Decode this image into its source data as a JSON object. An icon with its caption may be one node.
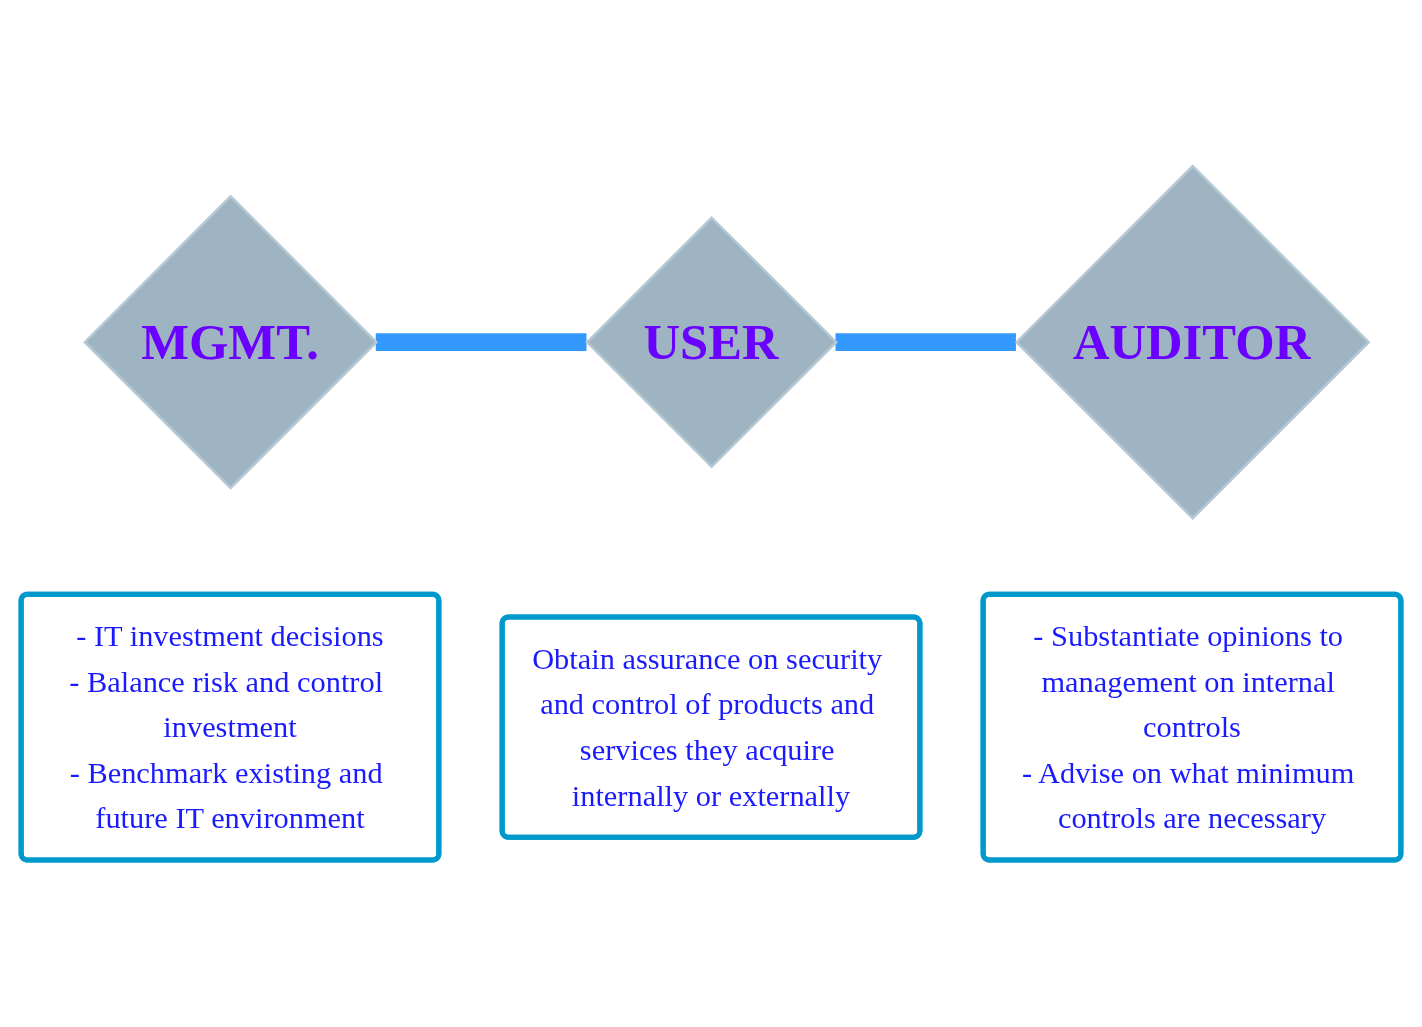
{
  "diagram": {
    "nodes": [
      {
        "text": [
          "MGMT."
        ]
      },
      {
        "text": [
          "USER"
        ]
      },
      {
        "text": [
          "AUDITOR"
        ]
      },
      {
        "text": [
          "- IT investment decisions",
          "- Balance risk and control investment",
          "- Benchmark existing and future IT environment"
        ]
      },
      {
        "text": [
          "Obtain assurance on security and control of products and services they acquire internally or externally"
        ]
      },
      {
        "text": [
          "- Substantiate opinions to management on internal controls",
          "- Advise on what minimum controls are necessary"
        ]
      }
    ],
    "edges": [
      {
        "from": 0,
        "to": 1,
        "arrow": "none"
      },
      {
        "from": 1,
        "to": 2,
        "arrow": "none"
      }
    ]
  }
}
